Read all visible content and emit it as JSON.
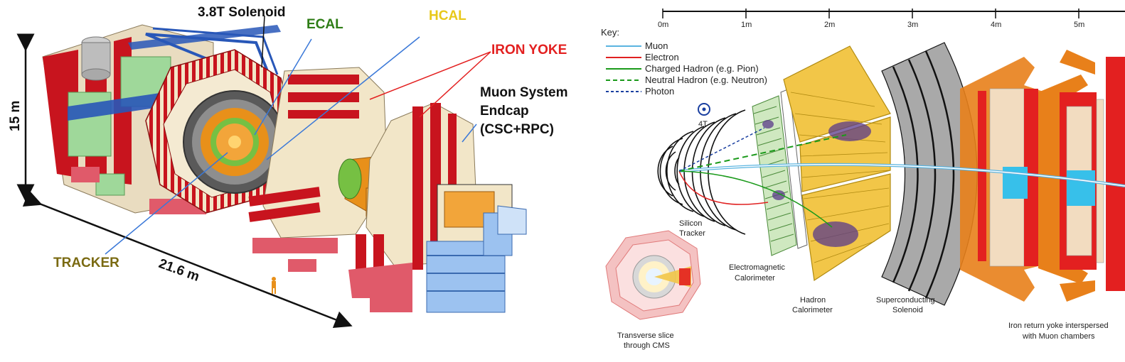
{
  "left_panel": {
    "labels": {
      "solenoid": "3.8T Solenoid",
      "ecal": "ECAL",
      "hcal": "HCAL",
      "iron_yoke": "IRON YOKE",
      "muon_1": "Muon System",
      "muon_2": "Endcap",
      "muon_3": "(CSC+RPC)",
      "tracker": "TRACKER",
      "height": "15 m",
      "length": "21.6 m"
    },
    "colors": {
      "ecal": "#2e7d16",
      "hcal": "#e8c81a",
      "iron_yoke": "#e32020",
      "tracker": "#7a6a12",
      "text": "#111111"
    }
  },
  "right_panel": {
    "scale": {
      "ticks": [
        "0m",
        "1m",
        "2m",
        "3m",
        "4m",
        "5m"
      ]
    },
    "key": {
      "title": "Key:",
      "items": [
        {
          "label": "Muon",
          "color": "#5ab4e0",
          "style": "solid"
        },
        {
          "label": "Electron",
          "color": "#e02020",
          "style": "solid"
        },
        {
          "label": "Charged Hadron (e.g. Pion)",
          "color": "#1a9a1a",
          "style": "solid"
        },
        {
          "label": "Neutral Hadron (e.g. Neutron)",
          "color": "#1a9a1a",
          "style": "dashed"
        },
        {
          "label": "Photon",
          "color": "#1a3fa0",
          "style": "dashed"
        }
      ]
    },
    "field": "4T",
    "labels": {
      "tracker_1": "Silicon",
      "tracker_2": "Tracker",
      "ecal_1": "Electromagnetic",
      "ecal_2": "Calorimeter",
      "hcal_1": "Hadron",
      "hcal_2": "Calorimeter",
      "solenoid_1": "Superconducting",
      "solenoid_2": "Solenoid",
      "yoke_1": "Iron return yoke interspersed",
      "yoke_2": "with Muon chambers",
      "slice_1": "Transverse slice",
      "slice_2": "through CMS"
    }
  }
}
